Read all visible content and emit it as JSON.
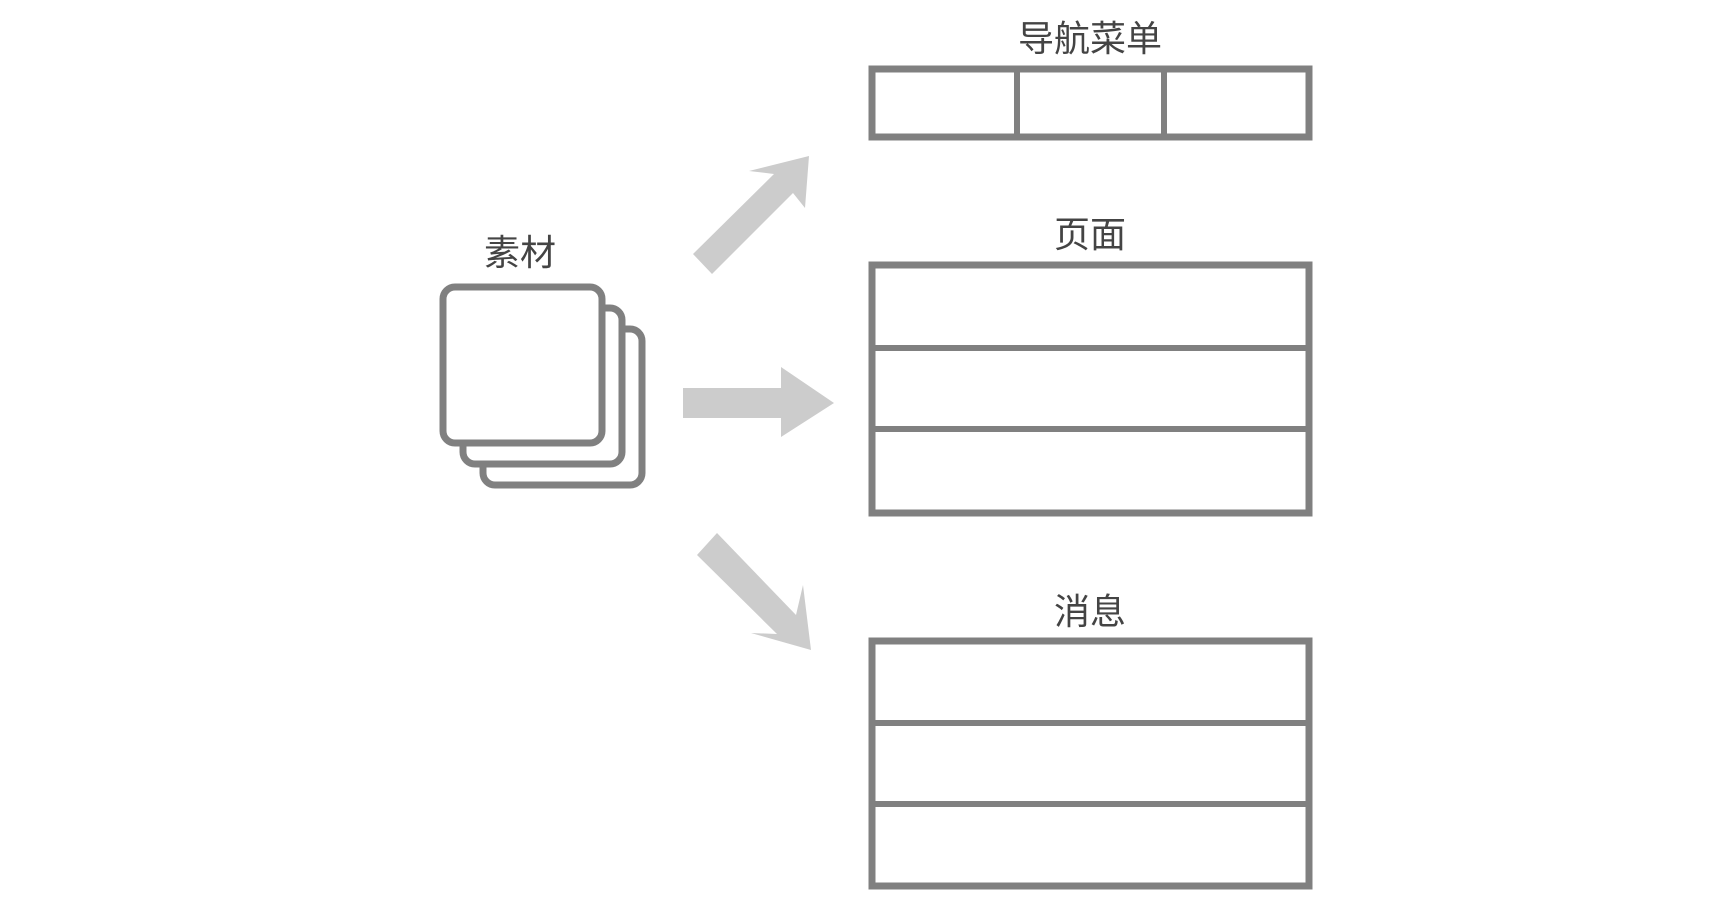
{
  "colors": {
    "outline": "#808080",
    "arrow": "#cccccc",
    "text": "#444444",
    "background": "#ffffff"
  },
  "source": {
    "label": "素材",
    "icon": "stacked-cards-icon"
  },
  "targets": {
    "nav_menu": {
      "label": "导航菜单",
      "cells": 3
    },
    "page": {
      "label": "页面",
      "rows": 3
    },
    "message": {
      "label": "消息",
      "rows": 3
    }
  },
  "arrows": {
    "up_right": {
      "icon": "arrow-up-right-icon"
    },
    "right": {
      "icon": "arrow-right-icon"
    },
    "down_right": {
      "icon": "arrow-down-right-icon"
    }
  }
}
